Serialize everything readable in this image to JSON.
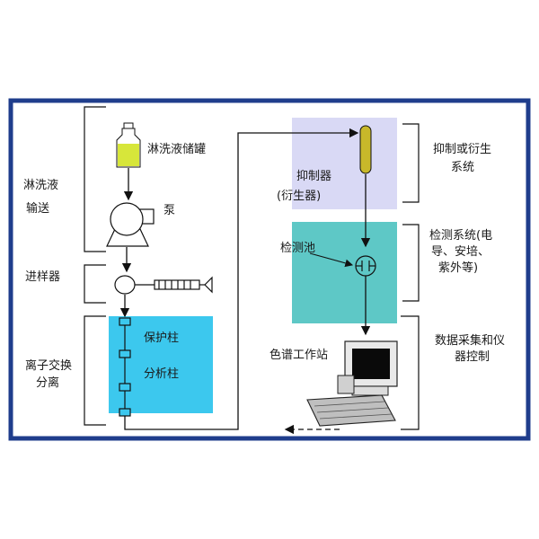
{
  "colors": {
    "frame": "#1f3d8c",
    "suppressor_panel": "#d9d9f5",
    "detector_panel": "#5ec8c6",
    "column_panel": "#3cc8ee",
    "bottle_liquid": "#d7e63a",
    "suppressor_tube": "#c8b82a",
    "line": "#111111"
  },
  "labels": {
    "eluent_delivery": [
      "淋洗液",
      "输送"
    ],
    "injector": "进样器",
    "ion_exchange": [
      "离子交换",
      "分离"
    ],
    "eluent_tank": "淋洗液储罐",
    "pump": "泵",
    "guard_column": "保护柱",
    "analytical_column": "分析柱",
    "suppressor": [
      "抑制器",
      "(衍生器)"
    ],
    "detector_cell": "检测池",
    "workstation": "色谱工作站",
    "suppression_system": [
      "抑制或衍生",
      "系统"
    ],
    "detection_system": [
      "检测系统(电",
      "导、安培、",
      "紫外等)"
    ],
    "data_control": [
      "数据采集和仪",
      "器控制"
    ]
  },
  "icons": [
    "bottle-icon",
    "pump-icon",
    "injector-valve-icon",
    "syringe-icon",
    "suppressor-tube-icon",
    "detector-cell-icon",
    "computer-icon",
    "keyboard-icon"
  ]
}
